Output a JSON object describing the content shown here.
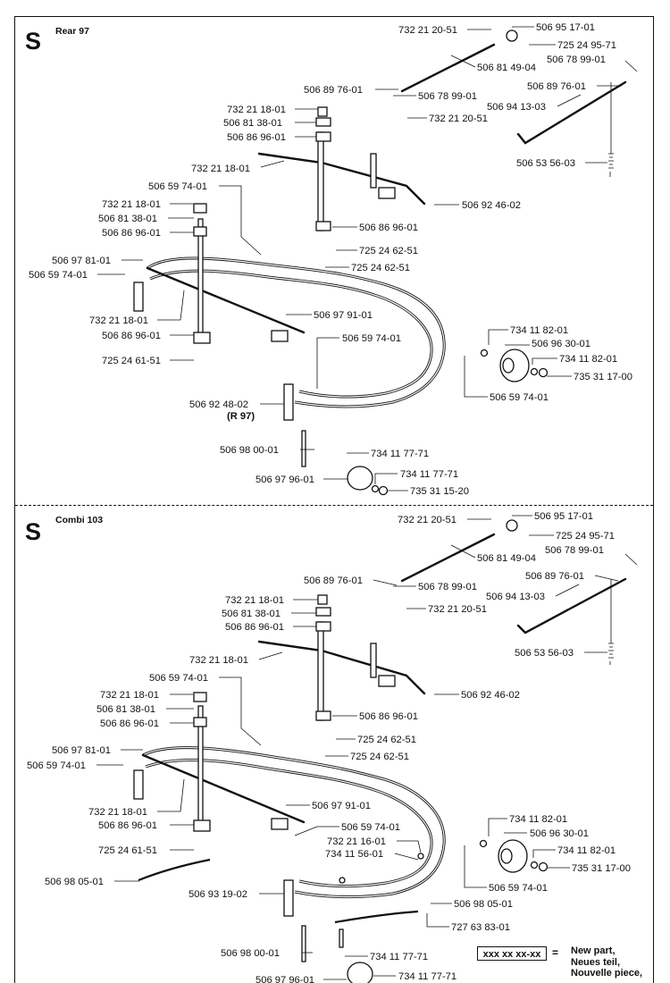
{
  "sections": [
    {
      "letter": "S",
      "title": "Rear 97",
      "labels": [
        "732 21 20-51",
        "506 95 17-01",
        "725 24 95-71",
        "506 81 49-04",
        "506 78 99-01",
        "506 89 76-01",
        "506 78 99-01",
        "506 89 76-01",
        "506 94 13-03",
        "732 21 20-51",
        "732 21 18-01",
        "506 81 38-01",
        "506 86 96-01",
        "506 53 56-03",
        "732 21 18-01",
        "506 59 74-01",
        "506 92 46-02",
        "732 21 18-01",
        "506 81 38-01",
        "506 86 96-01",
        "506 86 96-01",
        "725 24 62-51",
        "725 24 62-51",
        "506 97 81-01",
        "506 59 74-01",
        "506 97 91-01",
        "732 21 18-01",
        "734 11 82-01",
        "506 86 96-01",
        "506 59 74-01",
        "506 96 30-01",
        "725 24 61-51",
        "734 11 82-01",
        "735 31 17-00",
        "506 59 74-01",
        "506 92 48-02",
        "(R 97)",
        "506 98 00-01",
        "734 11 77-71",
        "734 11 77-71",
        "506 97 96-01",
        "735 31 15-20"
      ]
    },
    {
      "letter": "S",
      "title": "Combi 103",
      "labels": [
        "732 21 20-51",
        "506 95 17-01",
        "725 24 95-71",
        "506 78 99-01",
        "506 81 49-04",
        "506 89 76-01",
        "506 89 76-01",
        "506 78 99-01",
        "506 94 13-03",
        "732 21 18-01",
        "732 21 20-51",
        "506 81 38-01",
        "506 86 96-01",
        "506 53 56-03",
        "732 21 18-01",
        "506 59 74-01",
        "506 92 46-02",
        "732 21 18-01",
        "506 81 38-01",
        "506 86 96-01",
        "506 86 96-01",
        "725 24 62-51",
        "506 97 81-01",
        "725 24 62-51",
        "506 59 74-01",
        "506 97 91-01",
        "732 21 18-01",
        "734 11 82-01",
        "506 86 96-01",
        "506 59 74-01",
        "506 96 30-01",
        "732 21 16-01",
        "725 24 61-51",
        "734 11 56-01",
        "734 11 82-01",
        "735 31 17-00",
        "506 98 05-01",
        "506 59 74-01",
        "506 93 19-02",
        "506 98 05-01",
        "727 63 83-01",
        "506 98 00-01",
        "734 11 77-71",
        "506 97 96-01",
        "734 11 77-71"
      ]
    }
  ],
  "legend": {
    "code": "xxx xx xx-xx",
    "equals": "=",
    "text": "New part,\nNeues teil,\nNouvelle piece,"
  }
}
